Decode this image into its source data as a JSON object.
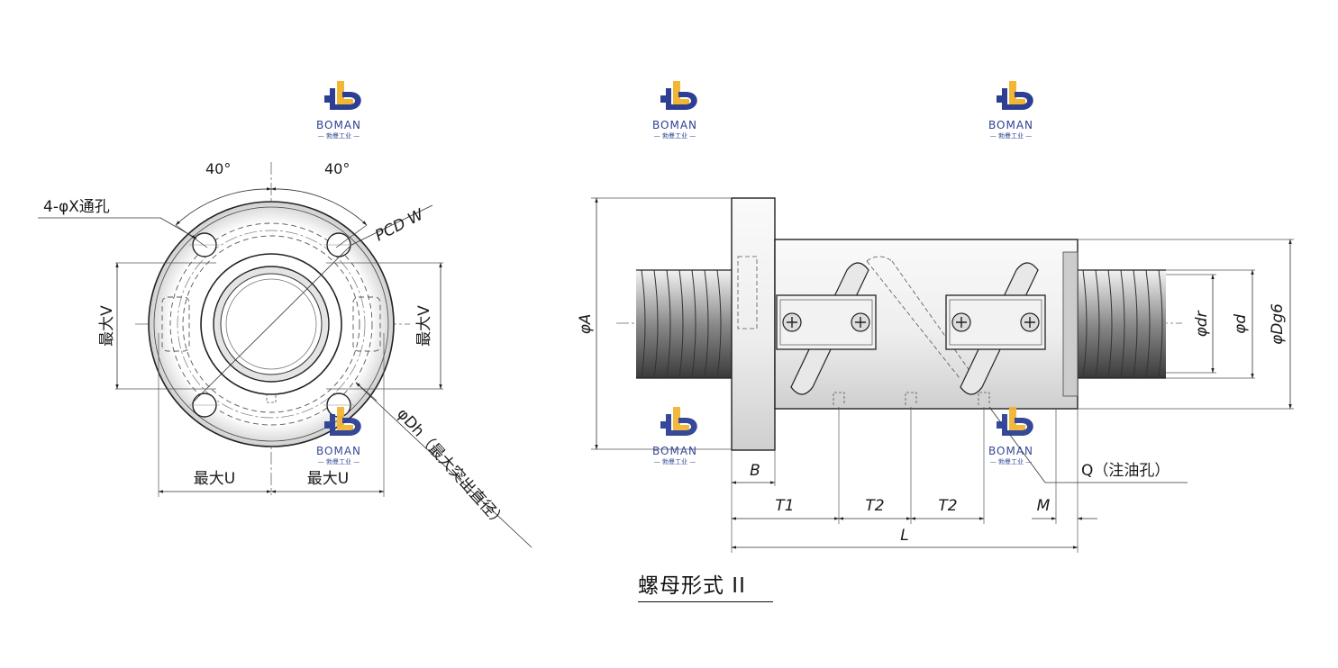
{
  "logo": {
    "wordmark": "BOMAN",
    "subtext": "— 勃曼工业 —",
    "colors": {
      "blue": "#2c3f92",
      "yellow": "#f1b633"
    }
  },
  "front_view": {
    "angle_left": "40°",
    "angle_right": "40°",
    "hole_label": "4-φX通孔",
    "pcd_label": "PCD W",
    "max_v_left": "最大V",
    "max_v_right": "最大V",
    "max_u_left": "最大U",
    "max_u_right": "最大U",
    "dh_label": "φDh（最大突出直径）"
  },
  "side_view": {
    "phi_a": "φA",
    "phi_dr": "φdr",
    "phi_d": "φd",
    "phi_dg6": "φDg6",
    "b": "B",
    "t1": "T1",
    "t2a": "T2",
    "t2b": "T2",
    "m": "M",
    "l": "L",
    "q_label": "Q（注油孔）"
  },
  "title": "螺母形式 II"
}
